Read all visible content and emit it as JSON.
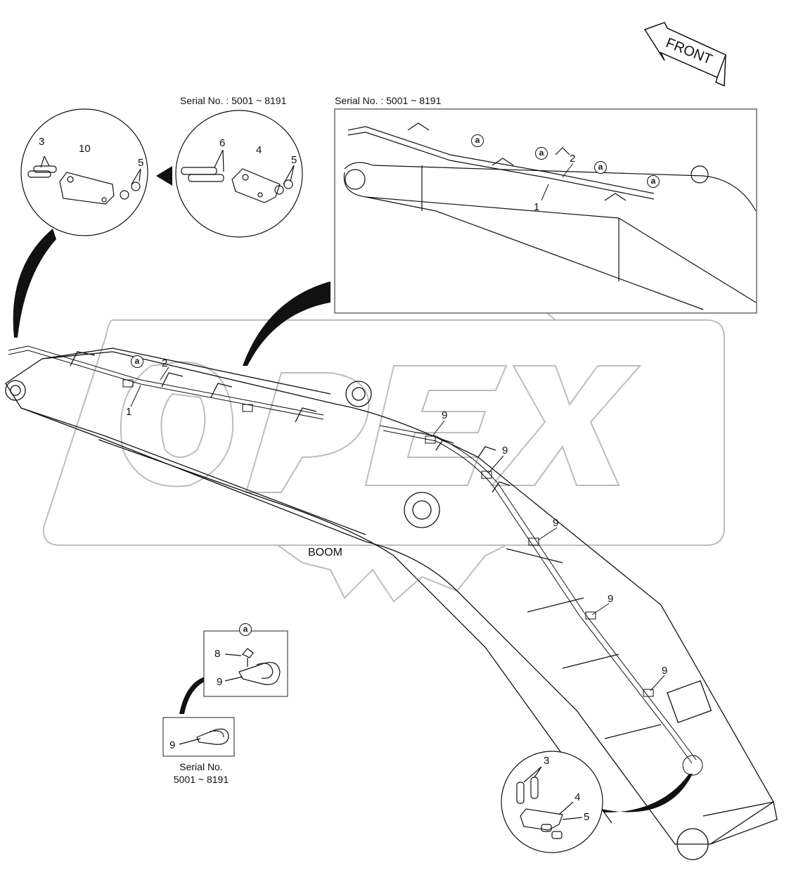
{
  "front_label": "FRONT",
  "boom_label": "BOOM",
  "serial_top_left": "Serial No. : 5001 ~ 8191",
  "serial_top_right": "Serial No. : 5001 ~ 8191",
  "serial_bottom_line1": "Serial No.",
  "serial_bottom_line2": "5001 ~ 8191",
  "callout_a": "a",
  "watermark": "OPEX",
  "parts": {
    "p1": "1",
    "p2": "2",
    "p3": "3",
    "p4": "4",
    "p5": "5",
    "p6": "6",
    "p8": "8",
    "p9": "9",
    "p10": "10"
  }
}
